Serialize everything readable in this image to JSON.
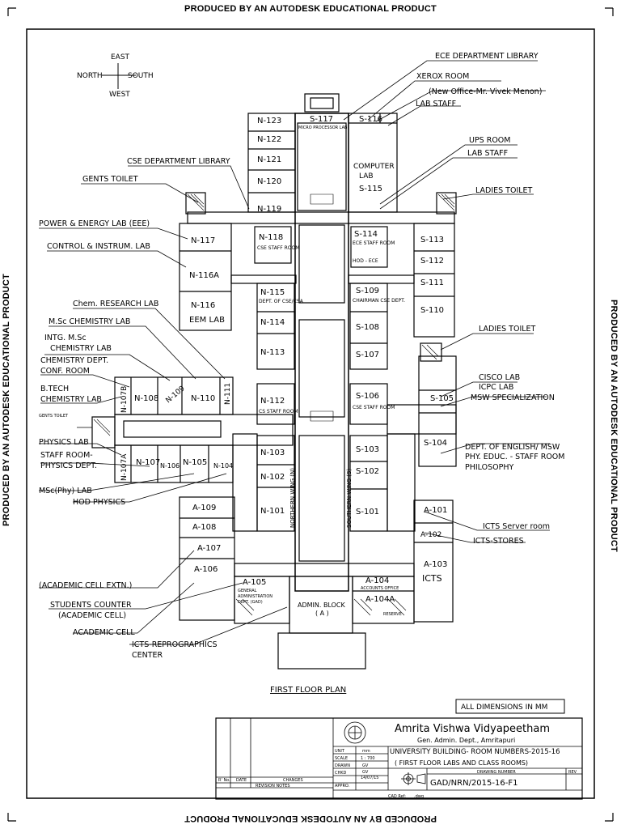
{
  "watermark": {
    "top": "PRODUCED BY AN AUTODESK EDUCATIONAL PRODUCT",
    "bottom": "PRODUCED BY AN AUTODESK EDUCATIONAL PRODUCT",
    "left": "PRODUCED BY AN AUTODESK EDUCATIONAL PRODUCT",
    "right": "PRODUCED BY AN AUTODESK EDUCATIONAL PRODUCT"
  },
  "compass": {
    "east": "EAST",
    "north": "NORTH",
    "south": "SOUTH",
    "west": "WEST"
  },
  "plan_title": "FIRST FLOOR PLAN",
  "dimensions_note": "ALL DIMENSIONS IN MM",
  "callouts": {
    "ece_library": "ECE DEPARTMENT LIBRARY",
    "xerox": "XEROX ROOM",
    "new_office": "(New Office-Mr. Vivek Menon)",
    "lab_staff_1": "LAB STAFF",
    "ups_room": "UPS ROOM",
    "lab_staff_2": "LAB STAFF",
    "ladies_toilet_1": "LADIES TOILET",
    "cse_library": "CSE DEPARTMENT LIBRARY",
    "gents_toilet": "GENTS TOILET",
    "power_energy": "POWER & ENERGY LAB (EEE)",
    "control_instrum": "CONTROL & INSTRUM. LAB",
    "chem_research": "Chem. RESEARCH LAB",
    "msc_chem": "M.Sc CHEMISTRY LAB",
    "intg_msc_1": "INTG. M.Sc",
    "intg_msc_2": "CHEMISTRY LAB",
    "chem_dept_1": "CHEMISTRY DEPT.",
    "chem_dept_2": "CONF. ROOM",
    "btech_1": "B.TECH",
    "btech_2": "CHEMISTRY LAB",
    "gents_toilet_small": "GENTS TOILET",
    "physics_lab": "PHYSICS LAB",
    "staff_room_1": "STAFF ROOM-",
    "staff_room_2": "PHYSICS DEPT.",
    "msc_phy": "MSc(Phy) LAB",
    "hod_physics": "HOD PHYSICS",
    "ladies_toilet_2": "LADIES TOILET",
    "cisco_lab": "CISCO LAB",
    "icpc_lab": "ICPC LAB",
    "msw_spec": "MSW SPECIALIZATION",
    "dept_english_1": "DEPT. OF ENGLISH/ MSW",
    "dept_english_2": "PHY. EDUC.  - STAFF ROOM",
    "dept_english_3": "PHILOSOPHY",
    "icts_server": "ICTS Server room",
    "icts_stores": "ICTS-STORES",
    "academic_extn": "(ACADEMIC CELL EXTN.)",
    "students_counter_1": "STUDENTS COUNTER",
    "students_counter_2": "(ACADEMIC CELL)",
    "academic_cell": "ACADEMIC CELL",
    "icts_repro_1": "ICTS-REPROGRAPHICS",
    "icts_repro_2": "CENTER"
  },
  "rooms": {
    "n123": "N-123",
    "n122": "N-122",
    "n121": "N-121",
    "n120": "N-120",
    "n119": "N-119",
    "n118": "N-118",
    "n118_sub": "CSE STAFF ROOM",
    "n117": "N-117",
    "n116a": "N-116A",
    "n116": "N-116",
    "eem_lab": "EEM LAB",
    "n115": "N-115",
    "n115_sub": "DEPT. OF CSE/CSA",
    "n114": "N-114",
    "n113": "N-113",
    "n112": "N-112",
    "n112_sub": "CS STAFF ROOM",
    "n111": "N-111",
    "n110": "N-110",
    "n109": "N-109",
    "n108": "N-108",
    "n107b": "N-107B",
    "n107a": "N-107A",
    "n107": "N-107",
    "n106": "N-106",
    "n105": "N-105",
    "n104": "N-104",
    "n103": "N-103",
    "n102": "N-102",
    "n101": "N-101",
    "s117": "S-117",
    "s117_sub": "MICRO PROCESSOR LAB",
    "s116": "S-116",
    "computer_lab_1": "COMPUTER",
    "computer_lab_2": "LAB",
    "s115": "S-115",
    "s114": "S-114",
    "s114_sub": "ECE STAFF ROOM",
    "hod_ece": "HOD - ECE",
    "s113": "S-113",
    "s112": "S-112",
    "s111": "S-111",
    "s110": "S-110",
    "s109": "S-109",
    "s109_sub": "CHAIRMAN CSE DEPT.",
    "s108": "S-108",
    "s107": "S-107",
    "s106": "S-106",
    "s106_sub": "CSE STAFF ROOM",
    "s105": "S-105",
    "s104": "S-104",
    "s103": "S-103",
    "s102": "S-102",
    "s101": "S-101",
    "northern_wing": "NORTHERN WING (N)",
    "southern_wing": "SOUTHERN WING (S)",
    "a109": "A-109",
    "a108": "A-108",
    "a107": "A-107",
    "a106": "A-106",
    "a105": "A-105",
    "a105_sub1": "GENERAL",
    "a105_sub2": "ADMINISTRATION",
    "a105_sub3": "DEPT. (GAD)",
    "admin_block_1": "ADMIN. BLOCK",
    "admin_block_2": "( A )",
    "a104": "A-104",
    "a104_sub": "ACCOUNTS OFFICE",
    "a104a": "A-104A",
    "reserve": "RESERVE",
    "a101": "A-101",
    "a102": "A-102",
    "a103": "A-103",
    "icts": "ICTS"
  },
  "title_block": {
    "institution": "Amrita Vishwa Vidyapeetham",
    "dept": "Gen. Admin. Dept., Amritapuri",
    "drawing_title_1": "UNIVERSITY BUILDING- ROOM NUMBERS-2015-16",
    "drawing_title_2": "( FIRST FLOOR LABS AND CLASS ROOMS)",
    "drawing_number_label": "DRAWING NUMBER",
    "rev_label": "REV",
    "drawing_number": "GAD/NRN/2015-16-F1",
    "unit_label": "UNIT",
    "unit_value": "mm",
    "scale_label": "SCALE",
    "scale_value": "1 : 700",
    "drawn_label": "DRAWN",
    "drawn_value": "GV",
    "chkd_label": "CHKD",
    "chkd_value": "GV",
    "date_value": "14/07/15",
    "appro_label": "APPRO.",
    "cad_ref_label": "CAD Ref:",
    "cad_ref_value": ".dwg",
    "rno_label": "R' No.",
    "date_label": "DATE",
    "changes_label": "CHANGES",
    "revision_notes": "REVISION NOTES"
  }
}
